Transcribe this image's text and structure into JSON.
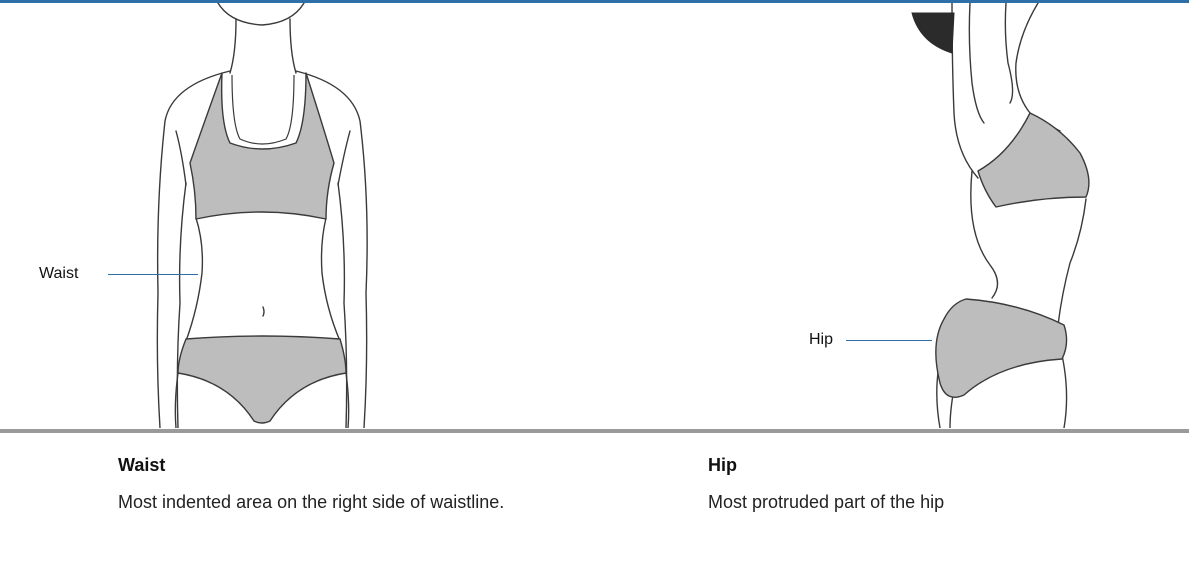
{
  "callouts": {
    "waist": "Waist",
    "hip": "Hip"
  },
  "sections": {
    "waist": {
      "title": "Waist",
      "description": "Most indented area on the right side of waistline."
    },
    "hip": {
      "title": "Hip",
      "description": "Most protruded part of the hip"
    }
  },
  "colors": {
    "accent": "#2f6fa7",
    "garment": "#bdbdbd",
    "outline": "#3a3a3a",
    "hair": "#2b2b2b",
    "separator": "#9a9a9a"
  }
}
